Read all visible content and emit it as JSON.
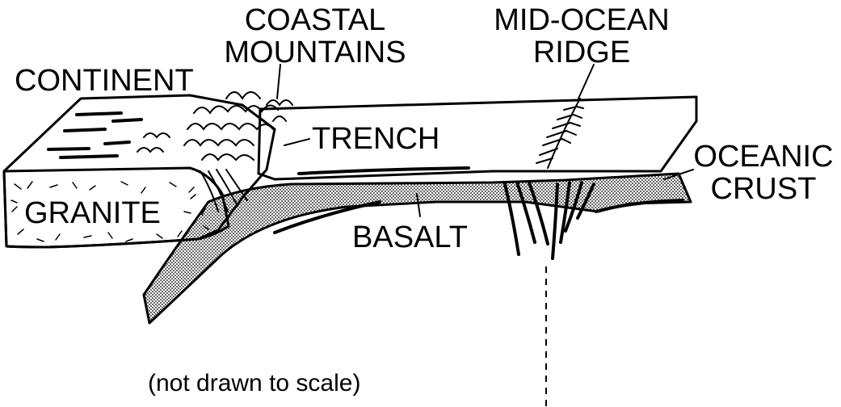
{
  "labels": {
    "coastal_mountains": [
      "COASTAL",
      "MOUNTAINS"
    ],
    "mid_ocean_ridge": [
      "MID-OCEAN",
      "RIDGE"
    ],
    "continent": "CONTINENT",
    "trench": "TRENCH",
    "oceanic_crust": [
      "OCEANIC",
      "CRUST"
    ],
    "granite": "GRANITE",
    "basalt": "BASALT",
    "scale_note": "(not drawn to scale)"
  },
  "colors": {
    "ink": "#000000",
    "paper": "#ffffff",
    "basalt_fill": "#d4d4d4"
  }
}
